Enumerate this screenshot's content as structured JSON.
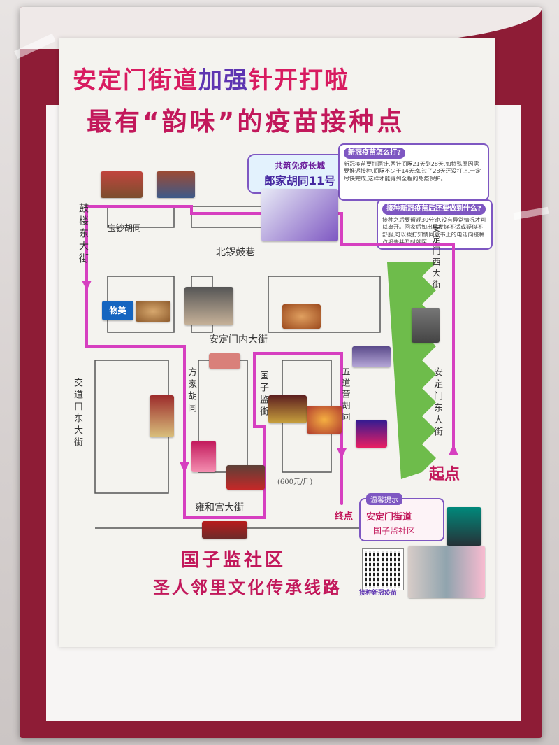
{
  "poster": {
    "title_line1_part1": "安定门街道",
    "title_line1_part2": "加强",
    "title_line1_part3": "针开打啦",
    "title_line2": "最有“韵味”的疫苗接种点",
    "site_bubble_top": "共筑免疫长城",
    "site_bubble_main": "郎家胡同11号",
    "card1_title": "新冠疫苗怎么打?",
    "card1_text": "新冠疫苗要打两针,两针间隔21天到28天,如特殊原因需要推迟接种,间隔不少于14天;如过了28天还没打上,一定尽快完成,这样才能得到全程的免疫保护。",
    "card2_title": "接种新冠疫苗后还要做到什么?",
    "card2_text": "接种之后要留观30分钟,没有异常情况才可以离开。回家后如出现发烧不适或疑似不舒服,可以拨打知情同意书上的电话向接种点报告并及时就医。",
    "streets": {
      "baochao": "宝钞胡同",
      "guozijian_small": "国子监社区",
      "jiaodaokou_dong": "交道口东大街",
      "gulou_dong": "鼓楼东大街",
      "beiluogu": "北锣鼓巷",
      "anding_nei": "安定门内大街",
      "fangjia": "方家胡同",
      "guozijian": "国子监街",
      "wudaoying": "五道营胡同",
      "andingmen_dong": "安定门东大街",
      "yonghegong": "雍和宫大街",
      "andingmen_xi": "安定门西大街"
    },
    "shop_name": "物美",
    "start_label": "起点",
    "end_label": "终点",
    "tip_header": "温馨提示",
    "tip_line1": "安定门街道",
    "tip_line2": "国子监社区",
    "qr_caption": "接种新冠疫苗",
    "bottom_title1": "国子监社区",
    "bottom_title2": "圣人邻里文化传承线路",
    "food_label": "(600元/斤)"
  },
  "colors": {
    "frame": "#8e1c36",
    "route": "#d63fc0",
    "title_pink": "#c2185b",
    "title_purple": "#5e35b1",
    "green_edge": "#56b22e"
  }
}
